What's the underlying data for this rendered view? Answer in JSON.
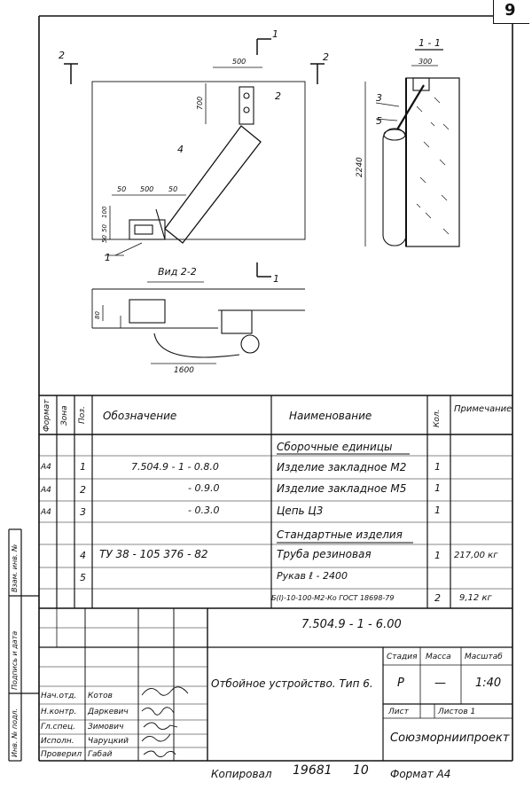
{
  "sheet_number": "9",
  "drawing": {
    "sections": {
      "arrow_1": "1",
      "arrow_2_left": "2",
      "arrow_2_right": "2",
      "section_1_1_title": "1 - 1",
      "view_title": "Вид 2-2"
    },
    "dims": {
      "d500_top": "500",
      "d700": "700",
      "d50a": "50",
      "d500_mid": "500",
      "d50b": "50",
      "d100": "100",
      "d50c": "50",
      "d50_d": "50",
      "d300": "300",
      "d2240": "2240",
      "d80": "80",
      "d1600": "1600"
    },
    "positions": {
      "p1": "1",
      "p2": "2",
      "p3": "3",
      "p4": "4",
      "p5": "5",
      "p1b": "1"
    }
  },
  "spec": {
    "headers": {
      "format": "Формат",
      "zone": "Зона",
      "pos": "Поз.",
      "designation": "Обозначение",
      "name": "Наименование",
      "qty": "Кол.",
      "note": "Примечание"
    },
    "section_assembly": "Сборочные единицы",
    "section_standard": "Стандартные изделия",
    "rows": [
      {
        "format": "А4",
        "pos": "1",
        "designation": "7.504.9 - 1 - 0.8.0",
        "name": "Изделие закладное М2",
        "qty": "1",
        "note": ""
      },
      {
        "format": "А4",
        "pos": "2",
        "designation": "- 0.9.0",
        "name": "Изделие закладное М5",
        "qty": "1",
        "note": ""
      },
      {
        "format": "А4",
        "pos": "3",
        "designation": "- 0.3.0",
        "name": "Цепь Ц3",
        "qty": "1",
        "note": ""
      },
      {
        "format": "",
        "pos": "4",
        "designation": "ТУ 38 - 105 376 - 82",
        "name": "Труба резиновая",
        "qty": "1",
        "note": "217,00 кг"
      },
      {
        "format": "",
        "pos": "5",
        "designation": "",
        "name": "Рукав ℓ - 2400",
        "qty": "",
        "note": ""
      },
      {
        "format": "",
        "pos": "",
        "designation": "",
        "name": "Б(I)-10-100-М2-Ко ГОСТ 18698-79",
        "qty": "2",
        "note": "9,12 кг"
      }
    ]
  },
  "title_block": {
    "doc_code": "7.504.9 - 1 - 6.00",
    "title": "Отбойное устройство. Тип 6.",
    "stage_label": "Стадия",
    "mass_label": "Масса",
    "scale_label": "Масштаб",
    "stage": "Р",
    "mass": "—",
    "scale": "1:40",
    "sheet_label": "Лист",
    "sheets_label": "Листов 1",
    "org": "Союзморниипроект",
    "roles": [
      {
        "role": "Нач.отд.",
        "name": "Котов"
      },
      {
        "role": "Н.контр.",
        "name": "Даркевич"
      },
      {
        "role": "Гл.спец.",
        "name": "Зимович"
      },
      {
        "role": "Исполн.",
        "name": "Чаруцкий"
      },
      {
        "role": "Проверил",
        "name": "Габай"
      }
    ],
    "side_labels": {
      "inv_orig": "Инв. № подл.",
      "sign_date": "Подпись и дата",
      "inv_dup": "Взам. инв. №"
    }
  },
  "footer": {
    "copied": "Копировал",
    "number": "19681",
    "sub": "10",
    "format": "Формат А4"
  }
}
